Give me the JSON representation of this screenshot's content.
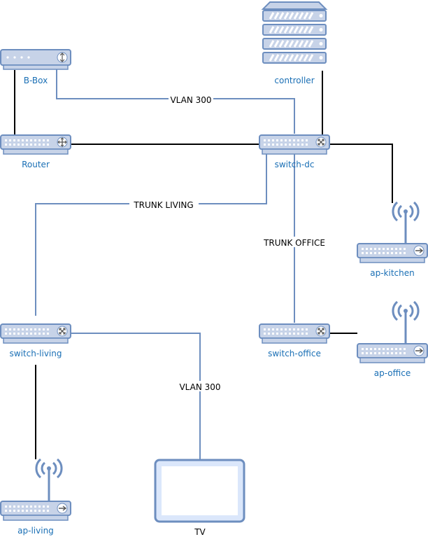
{
  "nodes": {
    "bbox": "B-Box",
    "controller": "controller",
    "router": "Router",
    "switch_dc": "switch-dc",
    "ap_kitchen": "ap-kitchen",
    "switch_living": "switch-living",
    "switch_office": "switch-office",
    "ap_office": "ap-office",
    "ap_living": "ap-living",
    "tv": "TV"
  },
  "edge_labels": {
    "vlan_top": "VLAN 300",
    "trunk_living": "TRUNK LIVING",
    "trunk_office": "TRUNK OFFICE",
    "vlan_tv": "VLAN 300"
  },
  "colors": {
    "vlan_link": "#6d8ebf",
    "wired_link": "#000000",
    "device_fill": "#c7d3e8",
    "device_stroke": "#6d8ebf",
    "label": "#1a6fb5"
  },
  "icons": {
    "bbox": "modem-icon",
    "controller": "server-rack-icon",
    "router": "router-icon",
    "switch": "switch-icon",
    "access_point": "wireless-access-point-icon",
    "tv": "monitor-icon"
  }
}
